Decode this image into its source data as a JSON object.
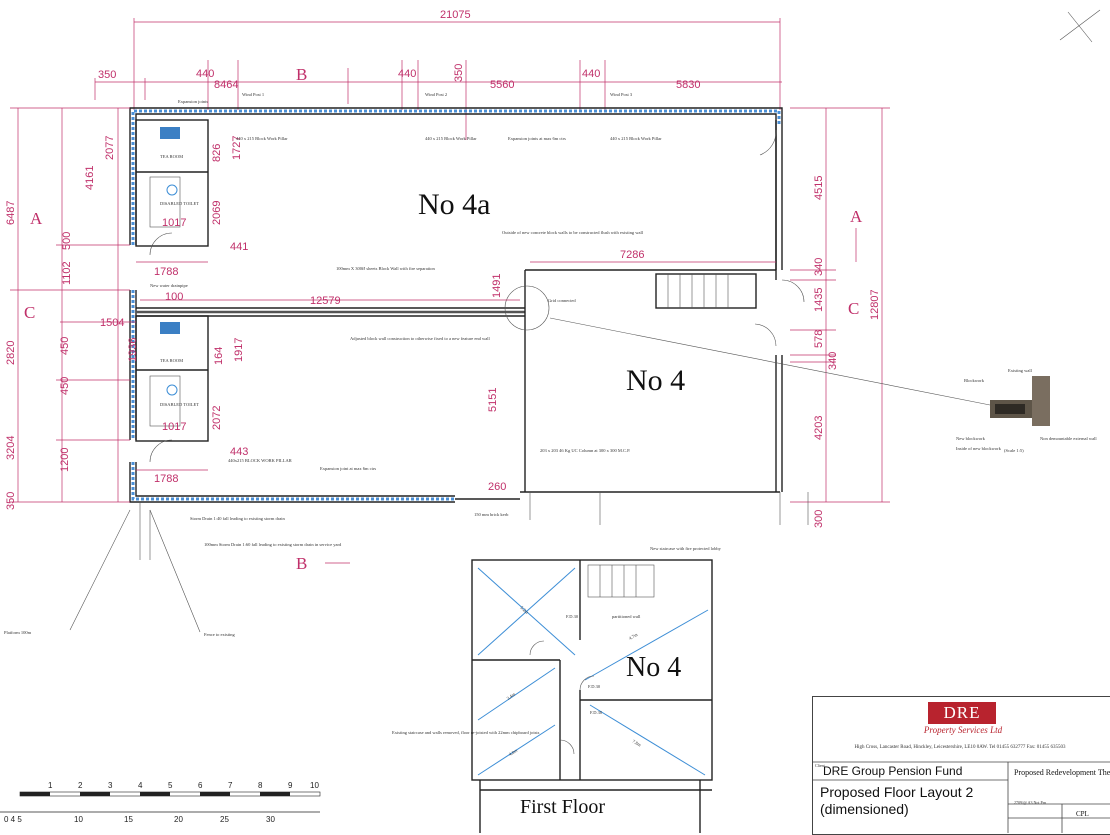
{
  "plan": {
    "room_labels": {
      "unit_4a": "No 4a",
      "unit_4": "No 4",
      "first_floor_unit": "No 4",
      "first_floor": "First Floor"
    },
    "dimensions": {
      "overall_width": "21075",
      "top_350": "350",
      "top_440a": "440",
      "top_8464": "8464",
      "top_440b": "440",
      "top_350b": "350",
      "top_5560": "5560",
      "top_440c": "440",
      "top_5830": "5830",
      "right_4515": "4515",
      "right_340": "340",
      "right_1435": "1435",
      "right_12807": "12807",
      "right_578": "578",
      "right_340b": "340",
      "right_4203": "4203",
      "right_300": "300",
      "left_6487": "6487",
      "left_4161": "4161",
      "left_2077": "2077",
      "left_500": "500",
      "left_1102": "1102",
      "left_2820": "2820",
      "left_450a": "450",
      "left_450b": "450",
      "left_3204": "3204",
      "left_1200": "1200",
      "left_350": "350",
      "wc_826": "826",
      "wc_1727": "1727",
      "wc_2069": "2069",
      "wc_1017a": "1017",
      "wc_441": "441",
      "wc_1788a": "1788",
      "c_100": "100",
      "c_12579": "12579",
      "c_1504": "1504",
      "c_1491": "1491",
      "c_7286": "7286",
      "wc_1936": "1936",
      "wc_1917": "1917",
      "wc_164": "164",
      "wc_2072": "2072",
      "wc_1017b": "1017",
      "wc_443": "443",
      "wc_1788b": "1788",
      "mid_5151": "5151",
      "mid_260": "260"
    },
    "section_marks": {
      "b_top": "B",
      "b_bottom": "B",
      "a_left": "A",
      "a_right": "A",
      "c_left": "C",
      "c_right": "C"
    },
    "notes": {
      "expansion_joints_top": "Expansion joints",
      "wind_post_1": "Wind Post 1",
      "wind_post_2": "Wind Post 2",
      "wind_post_3": "Wind Post 3",
      "block_pier_1": "440 x 215 Block Work Pillar",
      "block_pier_2": "440 x 215 Block Work Pillar",
      "block_pier_3": "440 x 215 Block Work Pillar",
      "expansion_joints_mid": "Expansion joints at max 6m ctrs",
      "tea_room_1": "TEA ROOM",
      "disabled_wc_1": "DISABLED TOILET",
      "tea_room_2": "TEA ROOM",
      "disabled_wc_2": "DISABLED TOILET",
      "new_water_drainpipe": "New water drainpipe",
      "party_wall": "100mm X 300Ø sheets Block Wall with fire separation",
      "outside_new_wall": "Outside of new concrete block walls to be constructed flush with existing wall",
      "adjusted_wall": "Adjusted block wall construction to otherwise fixed to a new feature end wall",
      "steel_beam": "203 x 203 46 Kg UC Column at 300 x 300 M.C.P.",
      "floor_level": "150 mm brick kerb",
      "block_pillar": "440x215 BLOCK WORK PILLAR",
      "exp_joint_bottom": "Expansion joint at max 6m ctrs",
      "stormdrain_1": "Storm Drain 1:40 fall leading to existing storm drain",
      "stormdrain_2": "100mm Storm Drain 1:60 fall leading to existing storm drain in service yard",
      "gable_detail": "Grid connected",
      "detail_existing_wall": "Existing wall",
      "detail_blockwork": "Blockwork",
      "detail_new": "New blockwork",
      "detail_scale": "(Scale 1:5)",
      "detail_external": "Non demountable external wall",
      "detail_inside": "Inside of new blockwork",
      "ff_stairs": "New staircase with fire protected lobby",
      "ff_partition": "partitioned wall",
      "ff_existing": "Existing staircase and walls removed, floor re-joisted with 22mm chipboard joists",
      "fire_door_label": "F.D.30",
      "platform": "Platform 100m",
      "fence": "Fence to existing"
    },
    "diagonal_measures": [
      "5.2m",
      "4.7m",
      "3.4m",
      "4.0m",
      "7.8m"
    ],
    "scale_bar": {
      "top_ticks": [
        "1",
        "2",
        "3",
        "4",
        "5",
        "6",
        "7",
        "8",
        "9",
        "10"
      ],
      "bottom_ticks": [
        "0 4 5",
        "10",
        "15",
        "20",
        "25",
        "30"
      ]
    }
  },
  "title_block": {
    "company": "DRE",
    "company_sub": "Property Services Ltd",
    "address": "High Cross, Lancaster Road, Hinckley, Leicestershire, LE10 0AW. Tel 01455 632777 Fax: 01455 635503",
    "client_label": "Client",
    "client": "DRE Group Pension Fund",
    "drawing_title": "Proposed Floor Layout 2 (dimensioned)",
    "project": "Proposed Redevelopment The Glity Avenue Shops Walsall",
    "ref": "2709/@ A3 Not Prn",
    "initials": "CPL"
  }
}
